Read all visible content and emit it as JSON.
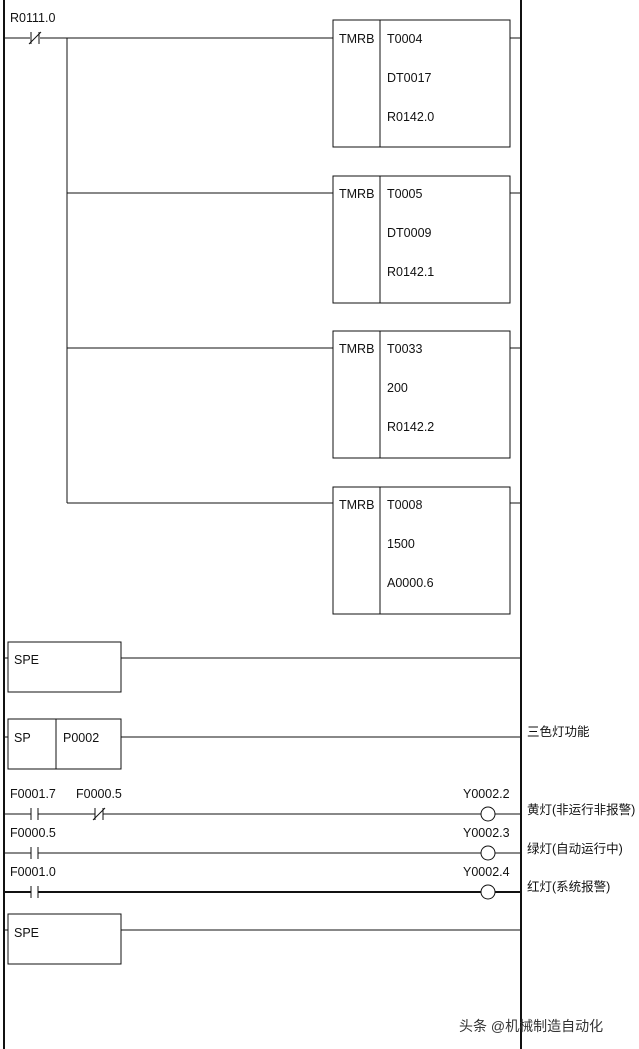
{
  "rung1": {
    "contact": {
      "address": "R0111.0",
      "type": "normally-closed"
    },
    "timers": [
      {
        "instr": "TMRB",
        "number": "T0004",
        "setting": "DT0017",
        "output": "R0142.0"
      },
      {
        "instr": "TMRB",
        "number": "T0005",
        "setting": "DT0009",
        "output": "R0142.1"
      },
      {
        "instr": "TMRB",
        "number": "T0033",
        "setting": "200",
        "output": "R0142.2"
      },
      {
        "instr": "TMRB",
        "number": "T0008",
        "setting": "1500",
        "output": "A0000.6"
      }
    ]
  },
  "spe1": {
    "instr": "SPE"
  },
  "sp": {
    "instr": "SP",
    "program": "P0002",
    "comment": "三色灯功能"
  },
  "rungs": [
    {
      "contacts": [
        "F0001.7",
        "F0000.5"
      ],
      "coil": "Y0002.2",
      "comment": "黄灯(非运行非报警)"
    },
    {
      "contacts": [
        "F0000.5"
      ],
      "coil": "Y0002.3",
      "comment": "绿灯(自动运行中)"
    },
    {
      "contacts": [
        "F0001.0"
      ],
      "coil": "Y0002.4",
      "comment": "红灯(系统报警)"
    }
  ],
  "spe2": {
    "instr": "SPE"
  },
  "watermark": "头条 @机械制造自动化"
}
